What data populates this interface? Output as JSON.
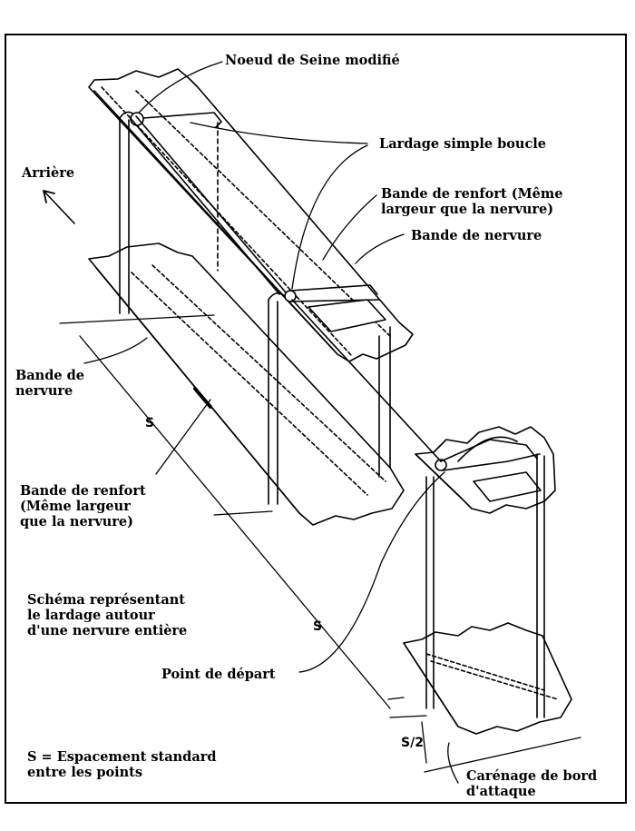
{
  "diagram": {
    "labels": {
      "noeud": "Noeud de Seine modifié",
      "lardage": "Lardage simple boucle",
      "arriere": "Arrière",
      "renfort_top_1": "Bande de renfort (Même",
      "renfort_top_2": "largeur que la nervure)",
      "nervure_top": "Bande de nervure",
      "nervure_left_1": "Bande de",
      "nervure_left_2": "nervure",
      "spacing_s_1": "S",
      "renfort_left_1": "Bande de renfort",
      "renfort_left_2": "(Même largeur",
      "renfort_left_3": "que la nervure)",
      "schema_1": "Schéma représentant",
      "schema_2": "le lardage autour",
      "schema_3": "d'une nervure entière",
      "spacing_s_2": "S",
      "point_depart": "Point de départ",
      "spacing_half": "S/2",
      "legend_1": "S = Espacement standard",
      "legend_2": "entre les points",
      "carenage_1": "Carénage de bord",
      "carenage_2": "d'attaque"
    }
  }
}
